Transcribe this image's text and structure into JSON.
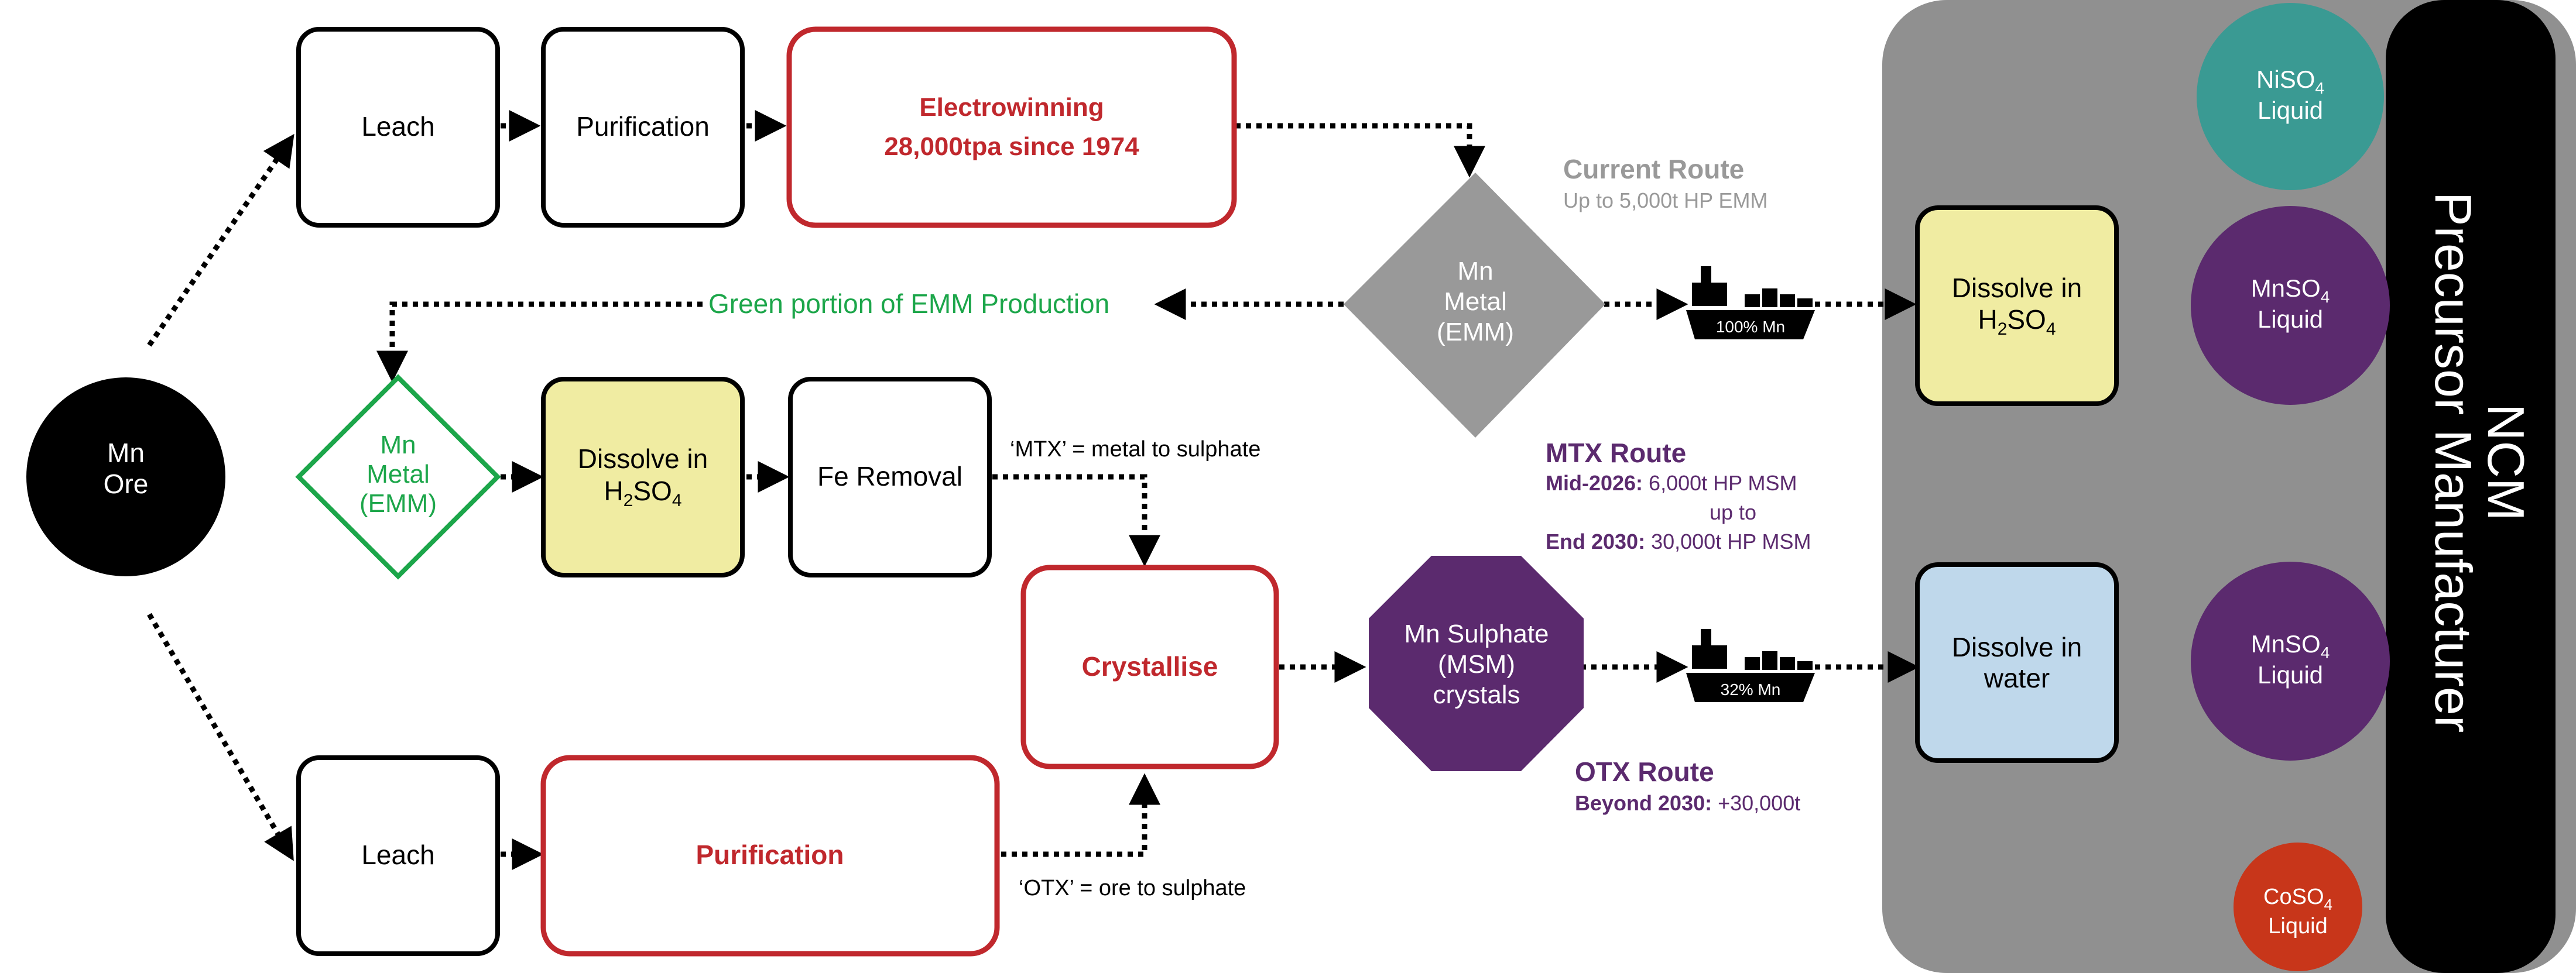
{
  "colors": {
    "red": "#C0282D",
    "green": "#1CA64A",
    "purple": "#5B2A6E",
    "teal": "#3A9A93",
    "orange_red": "#C8361A",
    "grey_panel": "#909090",
    "grey_diamond": "#999999",
    "yellow_fill": "#F0ECA2",
    "blue_fill": "#BFD8EB",
    "black": "#000000"
  },
  "ore": {
    "line1": "Mn",
    "line2": "Ore"
  },
  "top_route": {
    "leach": "Leach",
    "purification": "Purification",
    "electrowinning_title": "Electrowinning",
    "electrowinning_sub": "28,000tpa since 1974"
  },
  "middle_route": {
    "emm_line1": "Mn",
    "emm_line2": "Metal",
    "emm_line3": "(EMM)",
    "dissolve_line1": "Dissolve in",
    "dissolve_line2": "H",
    "dissolve_sub2": "2",
    "dissolve_so": "SO",
    "dissolve_sub4": "4",
    "fe_removal": "Fe Removal",
    "mtx_note": "‘MTX’ = metal to sulphate"
  },
  "bottom_route": {
    "leach": "Leach",
    "purification": "Purification",
    "otx_note": "‘OTX’ = ore to sulphate"
  },
  "crystallise": "Crystallise",
  "msm": {
    "line1": "Mn Sulphate",
    "line2": "(MSM)",
    "line3": "crystals"
  },
  "mn_metal_hub": {
    "line1": "Mn",
    "line2": "Metal",
    "line3": "(EMM)"
  },
  "green_label": "Green portion of EMM Production",
  "current_route": {
    "title": "Current Route",
    "detail": "Up to 5,000t HP EMM"
  },
  "mtx_route": {
    "title": "MTX Route",
    "line1_bold": "Mid-2026:",
    "line1_rest": " 6,000t HP MSM",
    "line2": "up to",
    "line3_bold": "End 2030:",
    "line3_rest": " 30,000t HP MSM"
  },
  "otx_route": {
    "title": "OTX Route",
    "line1_bold": "Beyond 2030:",
    "line1_rest": " +30,000t"
  },
  "ships": [
    {
      "label": "100% Mn",
      "icon": "cargo-ship-icon"
    },
    {
      "label": "32% Mn",
      "icon": "cargo-ship-icon"
    }
  ],
  "customer": {
    "dissolve_h2so4_line1": "Dissolve in",
    "dissolve_h2so4_h": "H",
    "dissolve_h2so4_2": "2",
    "dissolve_h2so4_so": "SO",
    "dissolve_h2so4_4": "4",
    "dissolve_water_line1": "Dissolve in",
    "dissolve_water_line2": "water",
    "niso4_main": "NiSO",
    "niso4_sub": "4",
    "niso4_line2": "Liquid",
    "mnso4_main": "MnSO",
    "mnso4_sub": "4",
    "mnso4_line2": "Liquid",
    "coso4_main": "CoSO",
    "coso4_sub": "4",
    "coso4_line2": "Liquid",
    "ncm_line1": "NCM",
    "ncm_line2": "Precursor Manufacturer"
  }
}
